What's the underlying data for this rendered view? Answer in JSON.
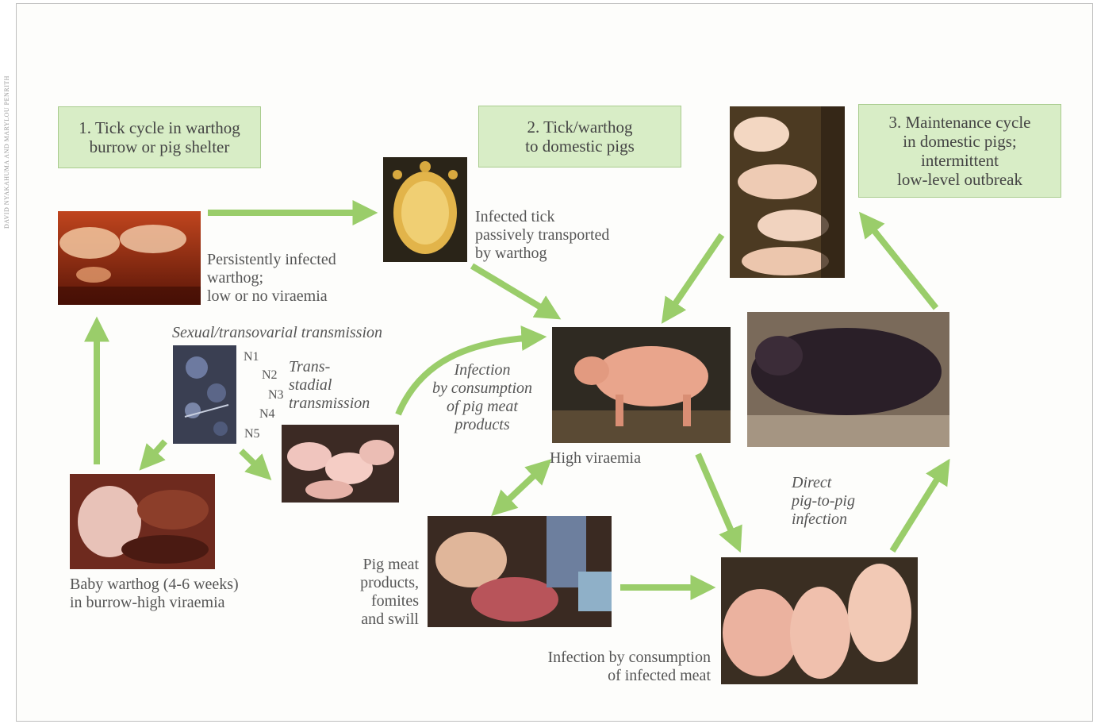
{
  "credit": "DAVID NYAKAHUMA AND MARYLOU PENRITH",
  "boxes": {
    "cycle1": "1. Tick cycle in warthog\nburrow or pig shelter",
    "cycle2": "2. Tick/warthog\nto domestic pigs",
    "cycle3": "3. Maintenance cycle\nin domestic pigs;\nintermittent\nlow-level outbreak"
  },
  "labels": {
    "persistent_warthog": "Persistently infected\nwarthog;\nlow or no viraemia",
    "infected_tick": "Infected tick\npassively transported\nby warthog",
    "sexual_transmission": "Sexual/transovarial transmission",
    "transstadial": "Trans-\nstadial\ntransmission",
    "infection_pig_meat": "Infection\nby consumption\nof pig meat\nproducts",
    "high_viraemia": "High viraemia",
    "baby_warthog": "Baby warthog (4-6 weeks)\nin burrow-high viraemia",
    "pig_meat_products": "Pig meat\nproducts,\nfomites\nand swill",
    "direct_infection": "Direct\npig-to-pig\ninfection",
    "infected_meat": "Infection by consumption\nof infected meat"
  },
  "tick_stages": [
    "N1",
    "N2",
    "N3",
    "N4",
    "N5"
  ],
  "colors": {
    "arrow": "#9acd6a",
    "box_fill": "#d8edc6",
    "box_border": "#a9cc8e"
  }
}
